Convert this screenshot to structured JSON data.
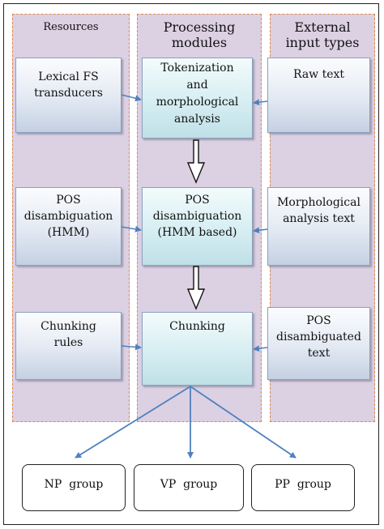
{
  "columns": {
    "resources": {
      "title": "Resources"
    },
    "processing": {
      "title_line1": "Processing",
      "title_line2": "modules"
    },
    "external": {
      "title_line1": "External",
      "title_line2": "input types"
    }
  },
  "resources": [
    {
      "lines": [
        "Lexical FS",
        "transducers"
      ]
    },
    {
      "lines": [
        "POS",
        "disambiguation",
        "(HMM)"
      ]
    },
    {
      "lines": [
        "Chunking",
        "rules"
      ]
    }
  ],
  "modules": [
    {
      "lines": [
        "Tokenization",
        "and",
        "morphological",
        "analysis"
      ]
    },
    {
      "lines": [
        "POS",
        "disambiguation",
        "(HMM based)"
      ]
    },
    {
      "lines": [
        "Chunking"
      ]
    }
  ],
  "inputs": [
    {
      "lines": [
        "Raw text"
      ]
    },
    {
      "lines": [
        "Morphological",
        "analysis text"
      ]
    },
    {
      "lines": [
        "POS",
        "disambiguated",
        "text"
      ]
    }
  ],
  "outputs": [
    {
      "label": "NP  group"
    },
    {
      "label": "VP  group"
    },
    {
      "label": "PP  group"
    }
  ],
  "colors": {
    "column_fill": "#dcd0e3",
    "column_border": "#e08a4a",
    "connector": "#4f81bd",
    "box_border": "#8aa0bd"
  }
}
